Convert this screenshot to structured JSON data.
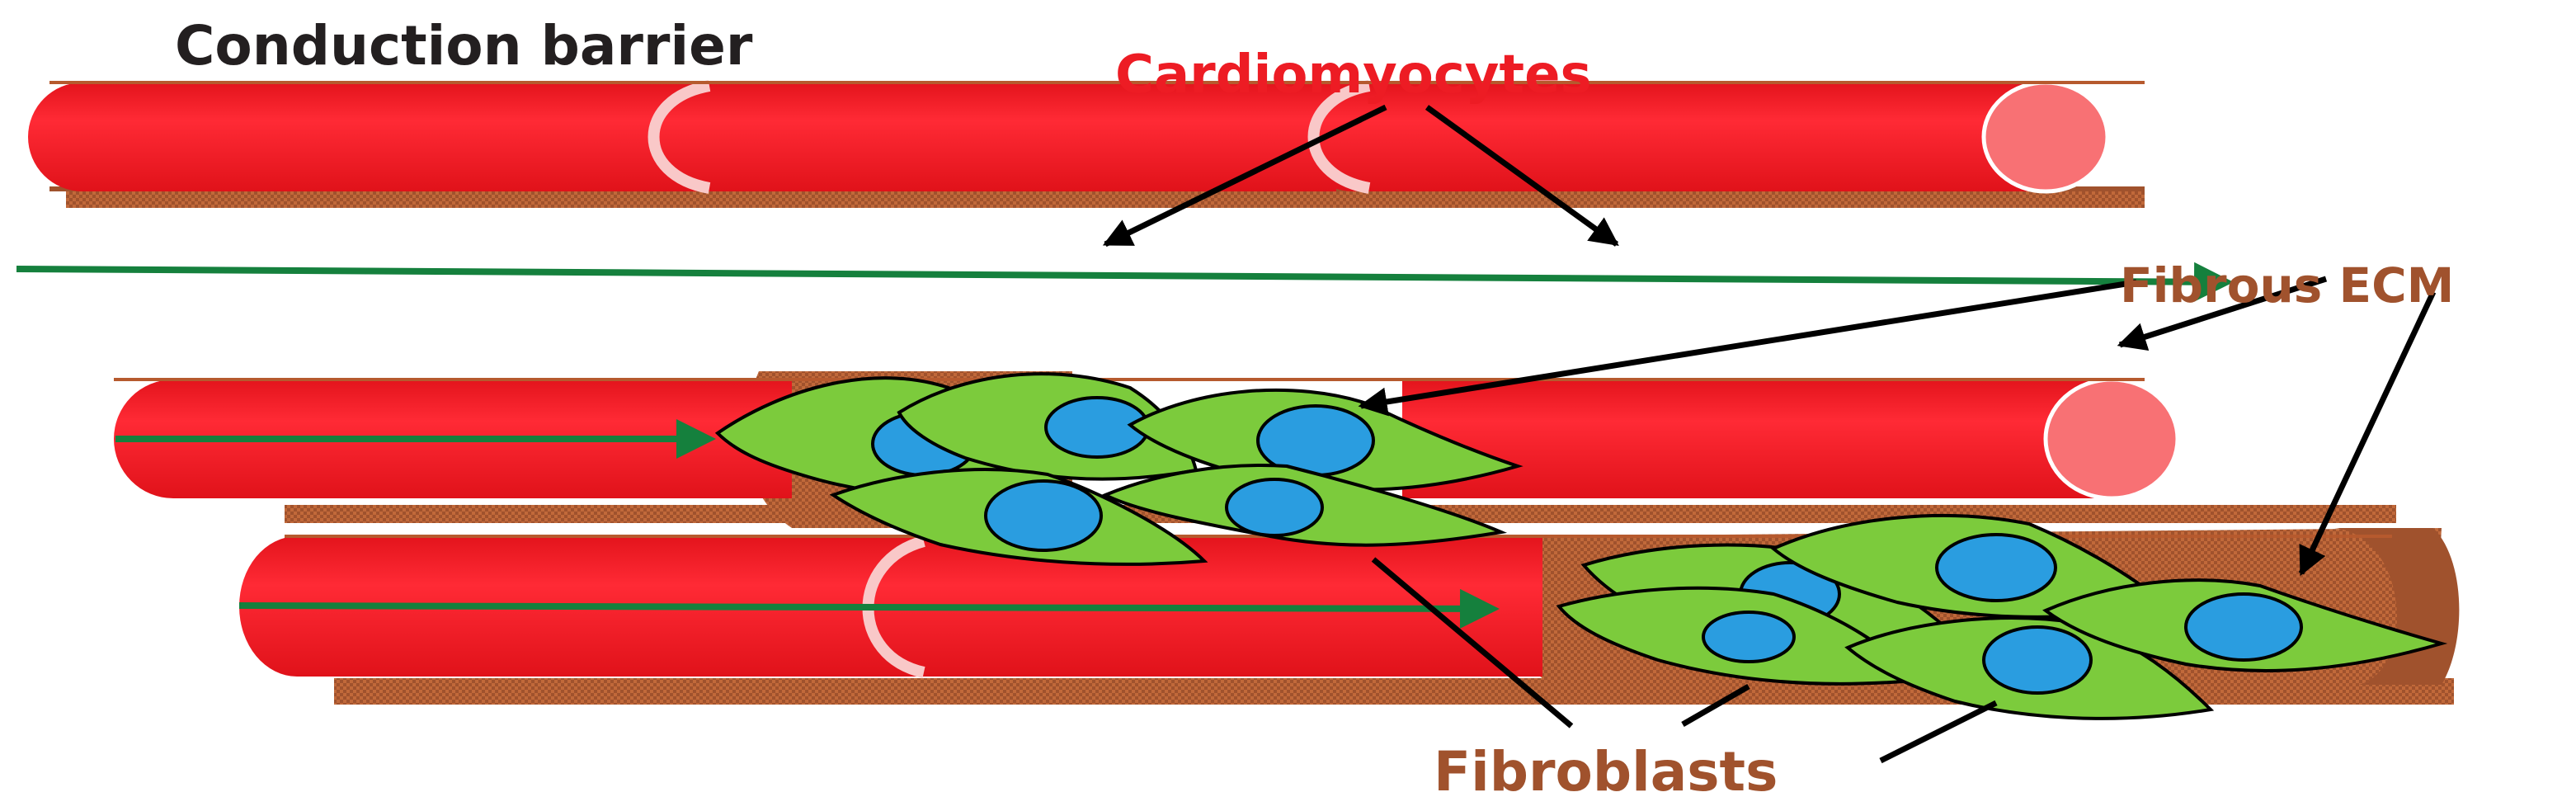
{
  "title": "Conduction barrier",
  "labels": {
    "cardiomyocytes": "Cardiomyocytes",
    "fibrous_ecm": "Fibrous ECM",
    "fibroblasts": "Fibroblasts"
  },
  "colors": {
    "background": "#ffffff",
    "title_text": "#231f20",
    "cardiomyocyte": "#ed1c24",
    "cardiomyocyte_highlight": "#ff2a35",
    "cardiomyocyte_end": "#f87174",
    "intercalated_disc": "#f9c8c8",
    "cardiomyocyte_label": "#ed1c24",
    "ecm": "#a0522d",
    "ecm_light": "#c1693a",
    "ecm_label": "#a0522d",
    "conduction_arrow": "#15803d",
    "fibroblast_body": "#7ccb3c",
    "fibroblast_outline": "#000000",
    "nucleus": "#2a9de0",
    "pointer_line": "#000000"
  },
  "icons": [
    "conduction-arrow-icon",
    "fibroblast-cell-icon"
  ]
}
